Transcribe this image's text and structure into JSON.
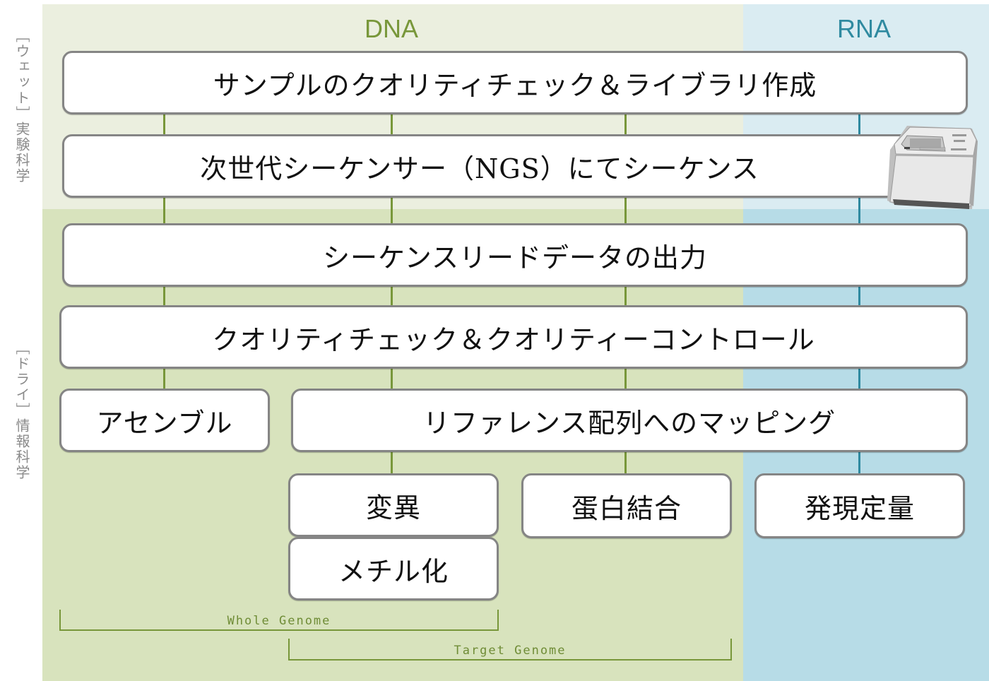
{
  "columns": {
    "dna": "DNA",
    "rna": "RNA"
  },
  "side_labels": {
    "wet": "［ウェット］実験科学",
    "dry": "［ドライ］情報科学"
  },
  "steps": {
    "library_prep": "サンプルのクオリティチェック＆ライブラリ作成",
    "sequencing": "次世代シーケンサー（NGS）にてシーケンス",
    "read_output": "シーケンスリードデータの出力",
    "qc": "クオリティチェック＆クオリティーコントロール",
    "assembly": "アセンブル",
    "mapping": "リファレンス配列へのマッピング",
    "variant": "変異",
    "methylation": "メチル化",
    "protein_binding": "蛋白結合",
    "expression": "発現定量"
  },
  "brackets": {
    "whole_genome": "Whole Genome",
    "target_genome": "Target Genome"
  },
  "colors": {
    "dna_accent": "#78973a",
    "rna_accent": "#2f8aa0",
    "dna_wet_bg": "#ebefdf",
    "rna_wet_bg": "#daecf2",
    "dna_dry_bg": "#d8e3bd",
    "rna_dry_bg": "#b7dce7"
  },
  "icons": {
    "sequencer": "ngs-sequencer-machine-icon"
  }
}
